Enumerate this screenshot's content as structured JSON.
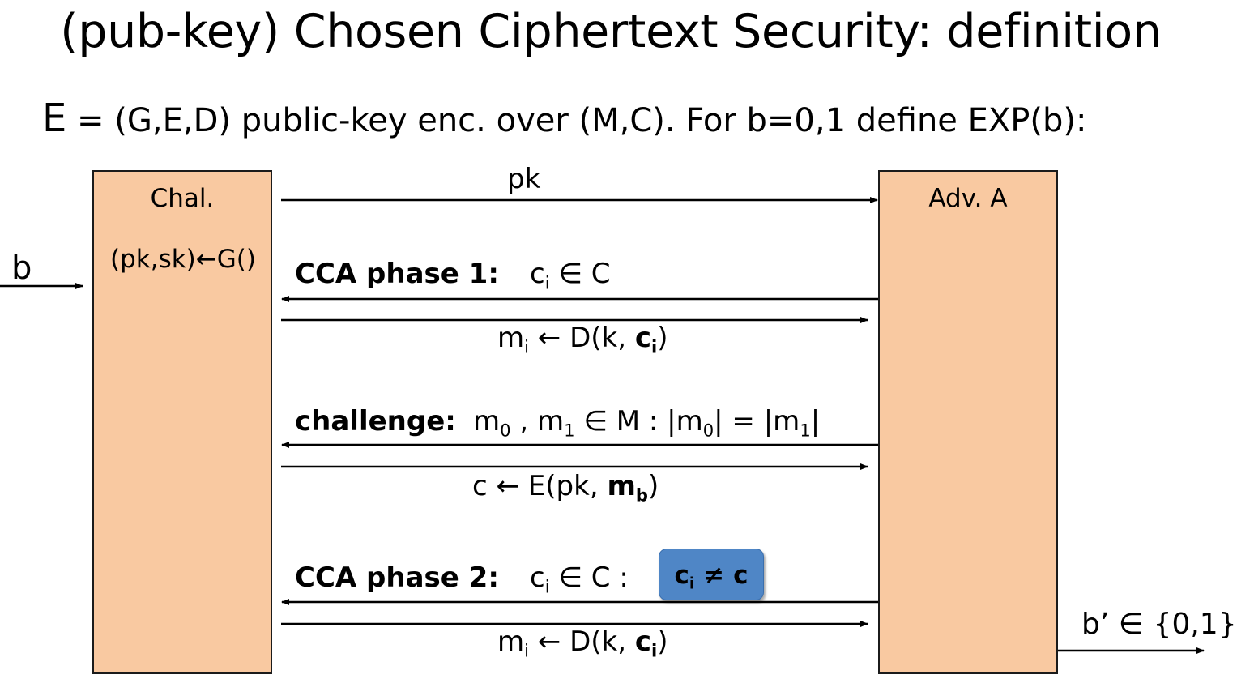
{
  "title": "(pub-key) Chosen Ciphertext Security:  definition",
  "subtitle": {
    "scheme_symbol": "E",
    "text": " = (G,E,D)  public-key enc. over  (M,C).   For   b=0,1   define EXP(b):"
  },
  "challenger": {
    "label": "Chal.",
    "keygen": "(pk,sk)←G()",
    "input": "b"
  },
  "adversary": {
    "label": "Adv. A",
    "output": "b’ ∈ {0,1}"
  },
  "messages": {
    "pk": "pk",
    "phase1": {
      "label": "CCA phase 1:",
      "query": {
        "pre": "c",
        "sub": "i",
        "post": " ∈ C"
      },
      "reply": {
        "pre": "m",
        "sub": "i",
        "mid": " ← D(k, ",
        "bold": "c",
        "bold_sub": "i",
        "post": ")"
      }
    },
    "challenge": {
      "label": "challenge:",
      "query": {
        "m": "m",
        "s0": "0",
        "sep": " , ",
        "s1": "1",
        "in": " ∈ M :    |m",
        "s0b": "0",
        "eq": "| = |m",
        "s1b": "1",
        "end": "|"
      },
      "reply": {
        "pre": "c ← E(pk, ",
        "bold": "m",
        "bold_sub": "b",
        "post": ")"
      }
    },
    "phase2": {
      "label": "CCA phase 2:",
      "query": {
        "pre": "c",
        "sub": "i",
        "post": " ∈ C  :"
      },
      "constraint": {
        "pre": "c",
        "sub": "i",
        "post": " ≠ c"
      },
      "reply": {
        "pre": "m",
        "sub": "i",
        "mid": " ← D(k, ",
        "bold": "c",
        "bold_sub": "i",
        "post": ")"
      }
    }
  },
  "colors": {
    "box_fill": "#f9c9a1",
    "note_fill": "#4f86c6"
  }
}
